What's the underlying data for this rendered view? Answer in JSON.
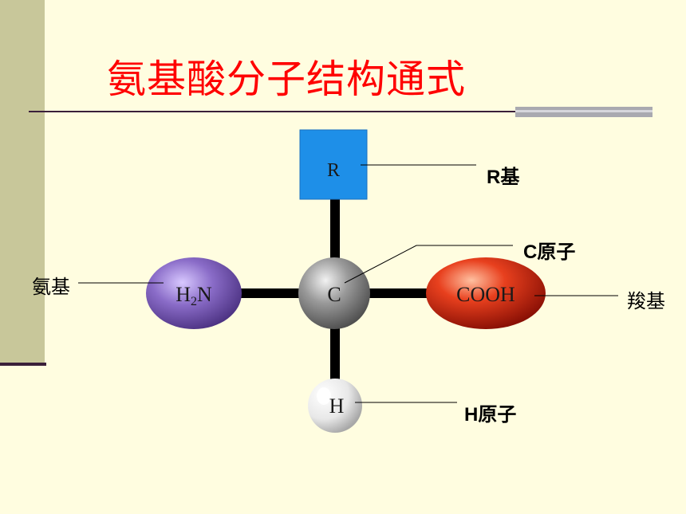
{
  "title": "氨基酸分子结构通式",
  "molecule": {
    "r_group": "R",
    "carbon": "C",
    "amino": {
      "base": "H",
      "sub": "2",
      "tail": "N"
    },
    "carboxyl": "COOH",
    "hydrogen": "H"
  },
  "callouts": {
    "r_group": "R基",
    "carbon": "C原子",
    "amino": "氨基",
    "carboxyl": "羧基",
    "hydrogen": "H原子"
  },
  "colors": {
    "title": "#ff0000",
    "r_box": "#1e8fe8",
    "amino": "#7b5fb8",
    "carbon": "#8a8a8a",
    "carboxyl": "#e0301a",
    "hydrogen": "#e8e8e8",
    "background": "#fffde0"
  }
}
